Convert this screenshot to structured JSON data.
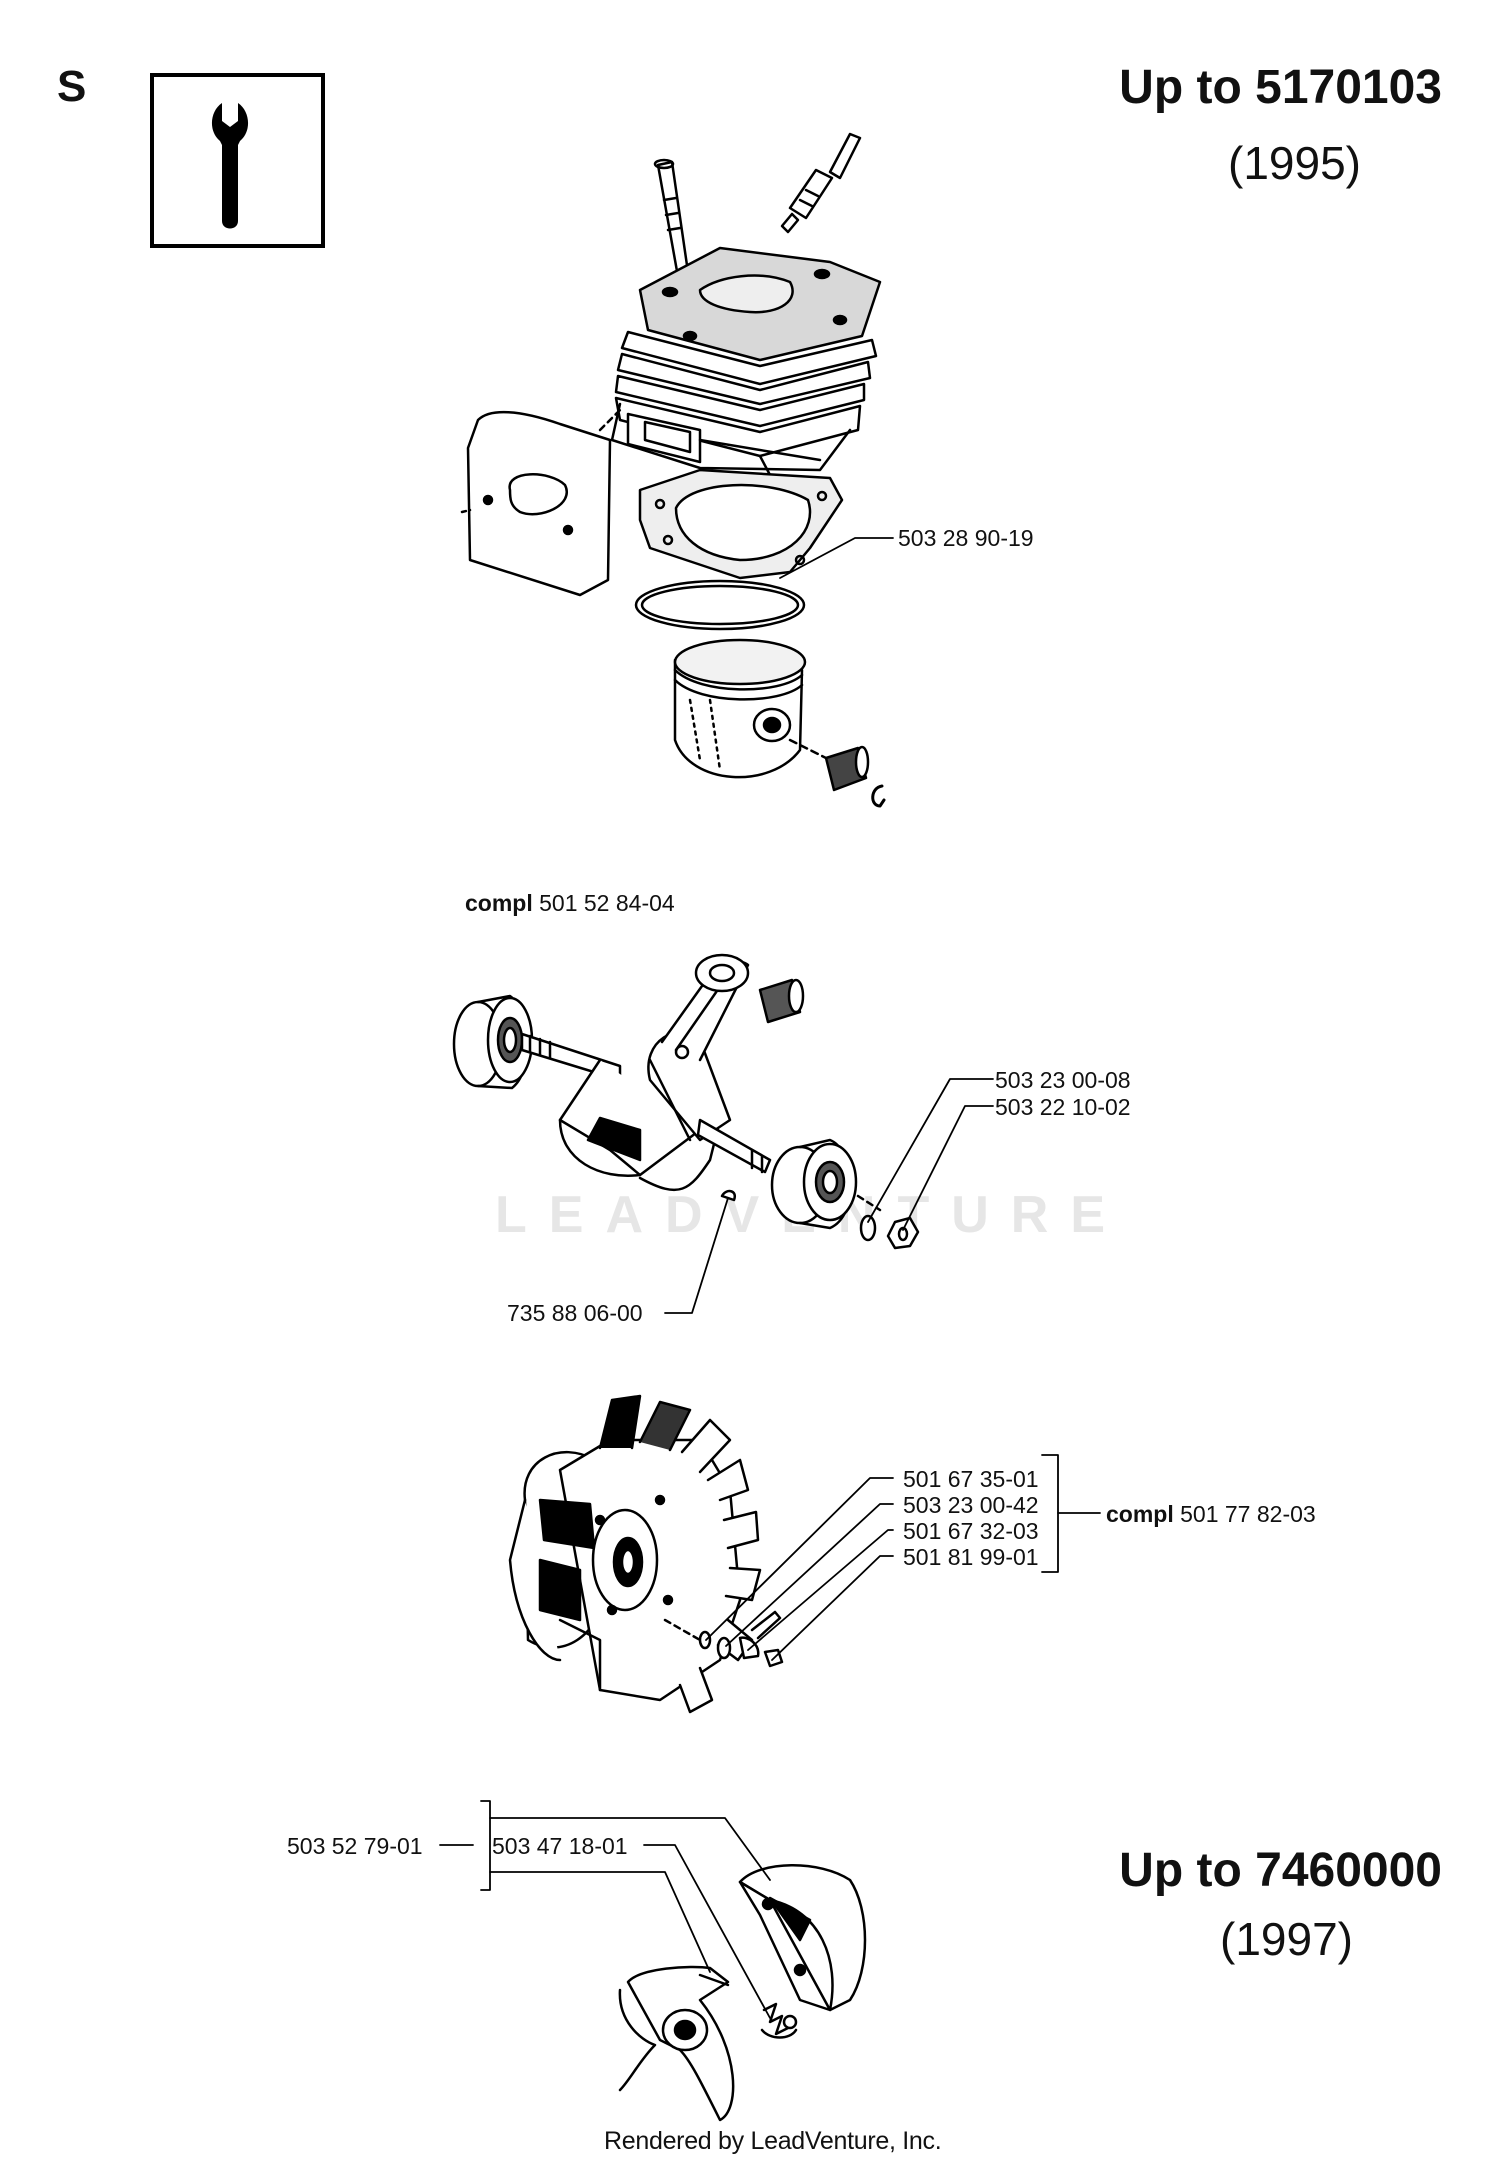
{
  "section_letter": "S",
  "icon": "wrench-icon",
  "group1": {
    "serial": "Up to 5170103",
    "year": "(1995)",
    "ring_part": "503 28 90-19"
  },
  "crank": {
    "compl_label": "compl",
    "compl_part": "501 52 84-04",
    "washer_part": "503 23 00-08",
    "nut_part": "503 22 10-02",
    "key_part": "735 88 06-00"
  },
  "flywheel": {
    "parts": [
      "501 67 35-01",
      "503 23 00-42",
      "501 67 32-03",
      "501 81 99-01"
    ],
    "compl_label": "compl",
    "compl_part": "501 77 82-03"
  },
  "clutch": {
    "assembly_part": "503 52 79-01",
    "spring_part": "503 47 18-01",
    "serial": "Up to 7460000",
    "year": "(1997)"
  },
  "watermark": "LEADVENTURE",
  "footer": "Rendered by LeadVenture, Inc."
}
